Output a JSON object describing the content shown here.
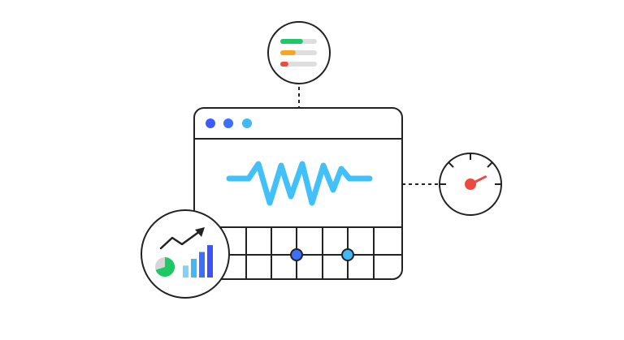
{
  "colors": {
    "outline": "#222222",
    "background": "#ffffff",
    "window_dot_1": "#3d5afe",
    "window_dot_2": "#3d6ffe",
    "window_dot_3": "#41b9f5",
    "waveform": "#41c0fa",
    "grid_point_1": "#3d6ffe",
    "grid_point_2": "#41b9f5",
    "progress_green": "#1ec865",
    "progress_orange": "#f6a623",
    "progress_red": "#f0473f",
    "progress_track": "#dedede",
    "gauge_needle": "#f0473f",
    "bar_colors": [
      "#7fd3fb",
      "#41b9f5",
      "#3d6ffe",
      "#3d50fe"
    ],
    "pie_green": "#1ec865",
    "pie_gray": "#d6d6d6",
    "trend_arrow": "#222222"
  },
  "icons": {
    "status_bubble": "progress-bars-icon",
    "gauge_bubble": "speedometer-gauge-icon",
    "analytics_bubble": "analytics-chart-icon",
    "trend": "trend-up-arrow-icon",
    "pie": "pie-chart-icon",
    "bars": "bar-chart-icon",
    "waveform": "waveform-icon"
  },
  "progress_levels": [
    0.62,
    0.42,
    0.22
  ],
  "gauge_level": 0.78,
  "bar_levels": [
    0.35,
    0.55,
    0.75,
    0.95
  ],
  "pie_fraction": 0.7
}
